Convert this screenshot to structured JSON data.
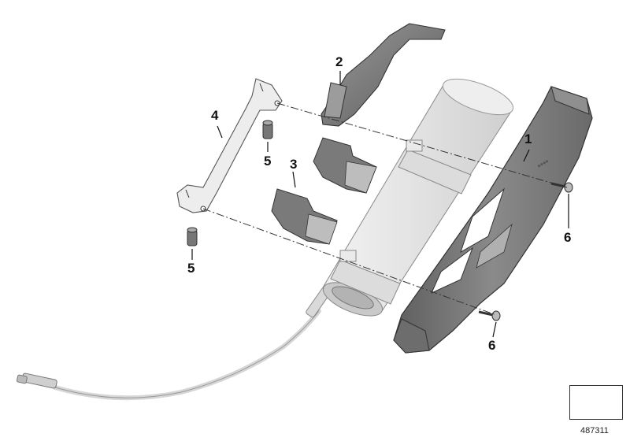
{
  "callouts": [
    {
      "id": "1",
      "label": "1"
    },
    {
      "id": "2",
      "label": "2"
    },
    {
      "id": "3",
      "label": "3"
    },
    {
      "id": "4",
      "label": "4"
    },
    {
      "id": "5a",
      "label": "5"
    },
    {
      "id": "5b",
      "label": "5"
    },
    {
      "id": "6a",
      "label": "6"
    },
    {
      "id": "6b",
      "label": "6"
    }
  ],
  "reference_number": "487311",
  "orientation_icon": "arrow-down-left-icon",
  "colors": {
    "line": "#222222",
    "part_light": "#e6e6e6",
    "part_mid": "#a8a8a8",
    "part_dark": "#6e6e6e",
    "part_shadow": "#4a4a4a"
  }
}
